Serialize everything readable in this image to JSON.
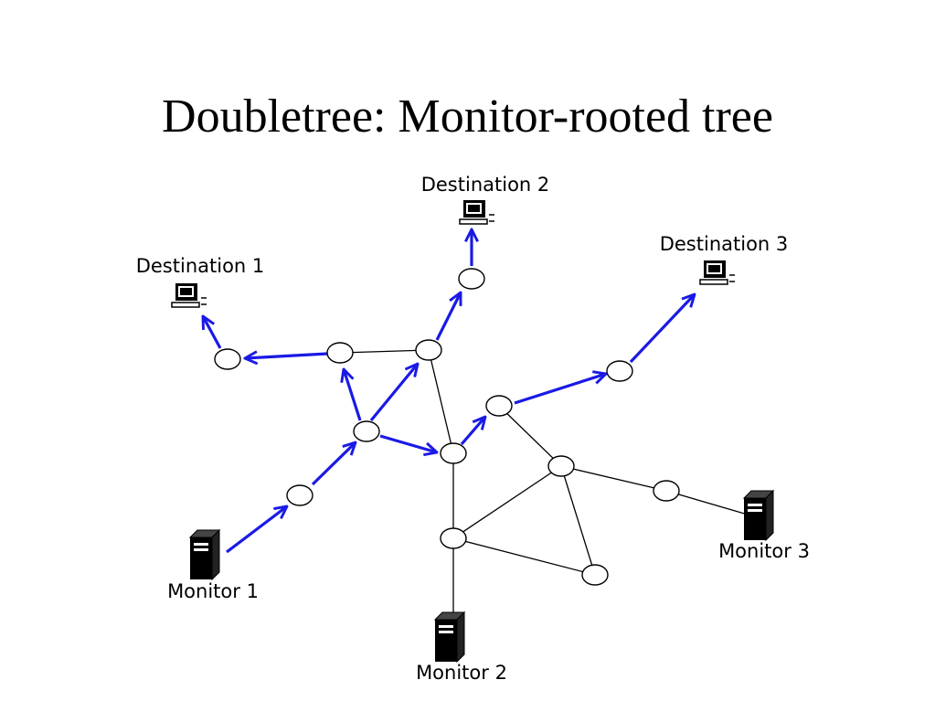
{
  "title": "Doubletree: Monitor-rooted tree",
  "colors": {
    "tree": "#1a1ae6",
    "link": "#000000",
    "node_fill": "#ffffff"
  },
  "destinations": [
    {
      "label": "Destination 1",
      "icon": "computer-icon"
    },
    {
      "label": "Destination 2",
      "icon": "computer-icon"
    },
    {
      "label": "Destination 3",
      "icon": "computer-icon"
    }
  ],
  "monitors": [
    {
      "label": "Monitor 1",
      "icon": "server-icon"
    },
    {
      "label": "Monitor 2",
      "icon": "server-icon"
    },
    {
      "label": "Monitor 3",
      "icon": "server-icon"
    }
  ]
}
